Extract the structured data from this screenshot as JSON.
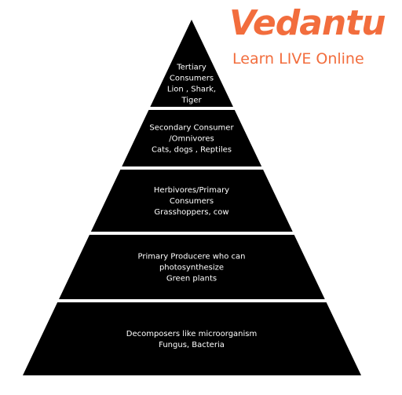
{
  "brand": {
    "name": "Vedantu",
    "tagline": "Learn LIVE Online",
    "color": "#f26d3d"
  },
  "pyramid": {
    "fill_color": "#000000",
    "text_color": "#ffffff",
    "tiers": [
      {
        "id": "tertiary",
        "lines": [
          "Tertiary",
          "Consumers",
          "Lion , Shark,",
          "Tiger"
        ]
      },
      {
        "id": "secondary",
        "lines": [
          "Secondary Consumer",
          "/Omnivores",
          "Cats, dogs , Reptiles"
        ]
      },
      {
        "id": "primary-consumers",
        "lines": [
          "Herbivores/Primary",
          "Consumers",
          "Grasshoppers, cow"
        ]
      },
      {
        "id": "producers",
        "lines": [
          "Primary Producere who can",
          "photosynthesize",
          "Green plants"
        ]
      },
      {
        "id": "decomposers",
        "lines": [
          "Decomposers like microorganism",
          "Fungus, Bacteria"
        ]
      }
    ]
  }
}
